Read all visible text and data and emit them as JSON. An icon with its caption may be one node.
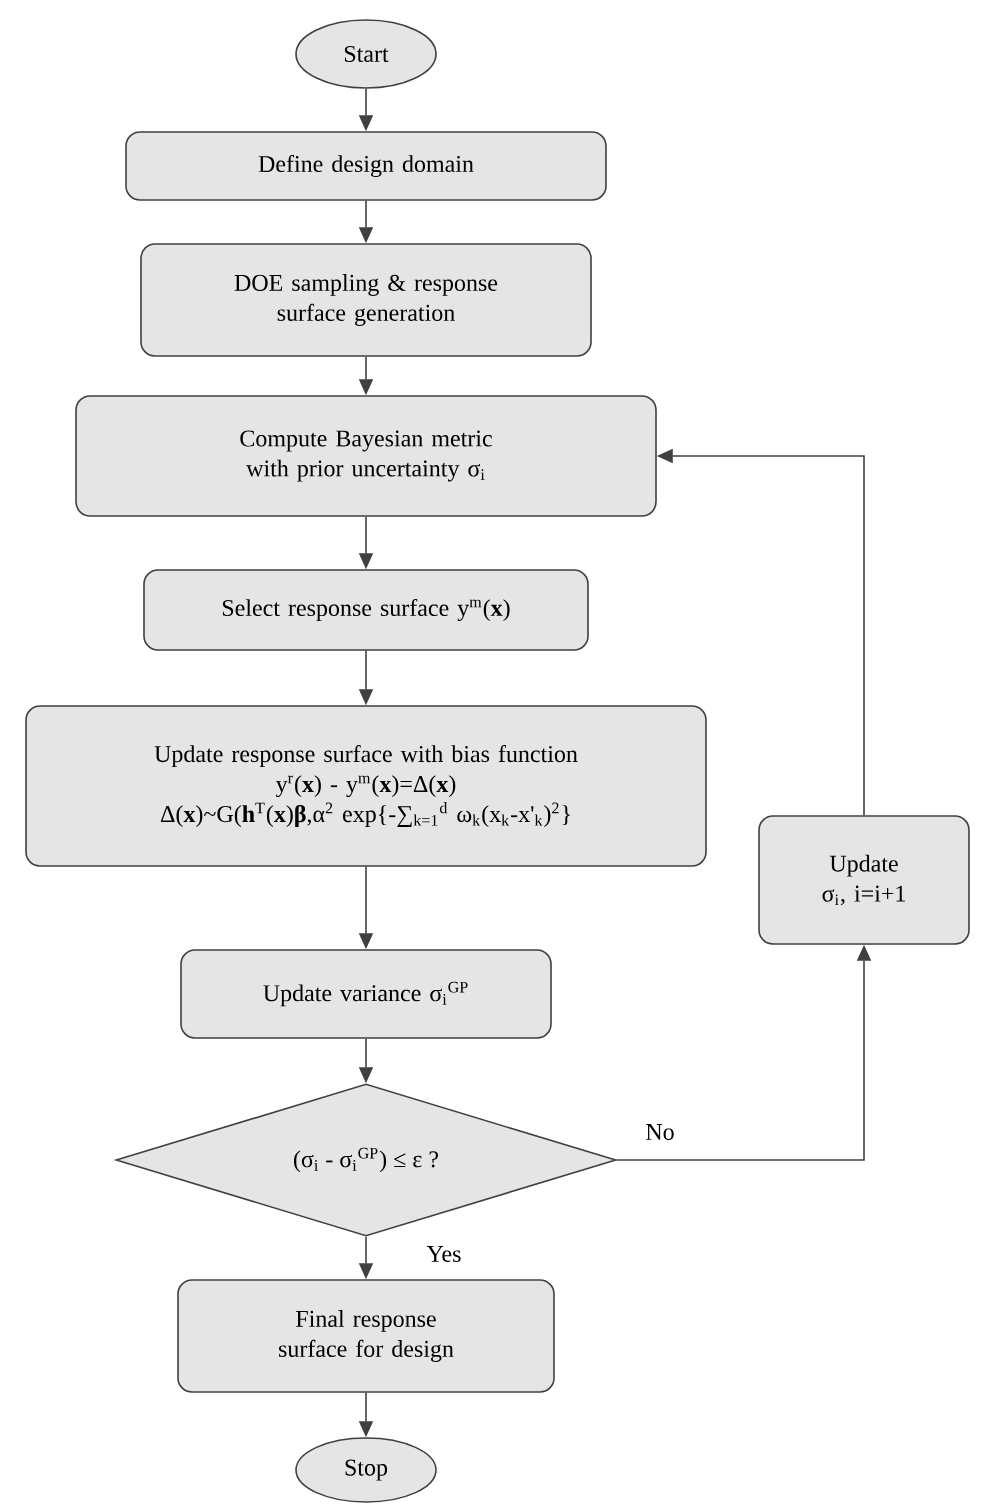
{
  "diagram": {
    "nodes": [
      {
        "text": [
          "Start"
        ]
      },
      {
        "text": [
          "Define design domain"
        ]
      },
      {
        "text": [
          "DOE sampling & response surface generation"
        ]
      },
      {
        "text": [
          "Compute Bayesian metric with prior uncertainty σ$_{i}$"
        ]
      },
      {
        "text": [
          "Select response surface y$^{m}$(**x**)"
        ]
      },
      {
        "text": [
          "Update response surface with bias function",
          "y$^{r}$(**x**) - y$^{m}$(**x**)=Δ(**x**)",
          "Δ(**x**)~G(**h**$^{T}$(**x**)**β**,α$^{2}$ exp{-∑$_{k=1}$$^{d}$ ω$_{k}$(x$_{k}$-x'$_{k}$)$^{2}$}"
        ]
      },
      {
        "text": [
          "Update variance σ$_{i}$$^{GP}$"
        ]
      },
      {
        "text": [
          "(σ$_{i}$ - σ$_{i}$$^{GP}$) ≤ ε ?"
        ]
      },
      {
        "text": [
          "Final response surface for design"
        ]
      },
      {
        "text": [
          "Stop"
        ]
      },
      {
        "text": [
          "Update",
          "σ$_{i}$, i=i+1"
        ]
      }
    ],
    "edges": [
      {
        "from": 0,
        "to": 1,
        "arrow": "to"
      },
      {
        "from": 1,
        "to": 2,
        "arrow": "to"
      },
      {
        "from": 2,
        "to": 3,
        "arrow": "to"
      },
      {
        "from": 3,
        "to": 4,
        "arrow": "to"
      },
      {
        "from": 4,
        "to": 5,
        "arrow": "to"
      },
      {
        "from": 5,
        "to": 6,
        "arrow": "to"
      },
      {
        "from": 6,
        "to": 7,
        "arrow": "to"
      },
      {
        "from": 7,
        "to": 8,
        "arrow": "to",
        "label": "Yes"
      },
      {
        "from": 7,
        "to": 10,
        "arrow": "to",
        "label": "No"
      },
      {
        "from": 10,
        "to": 3,
        "arrow": "to"
      },
      {
        "from": 8,
        "to": 9,
        "arrow": "to"
      }
    ]
  }
}
